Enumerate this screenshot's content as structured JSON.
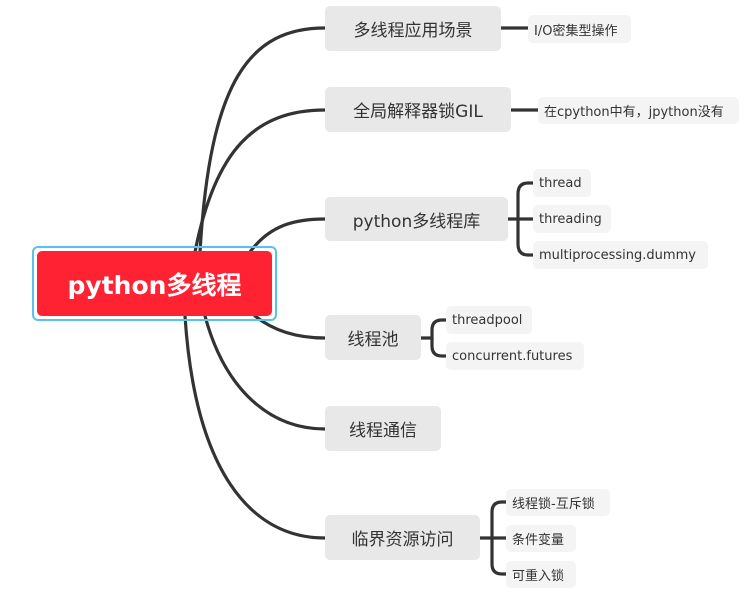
{
  "root": {
    "label": "python多线程"
  },
  "branches": [
    {
      "label": "多线程应用场景",
      "children": [
        "I/O密集型操作"
      ]
    },
    {
      "label": "全局解释器锁GIL",
      "children": [
        "在cpython中有，jpython没有"
      ]
    },
    {
      "label": "python多线程库",
      "children": [
        "thread",
        "threading",
        "multiprocessing.dummy"
      ]
    },
    {
      "label": "线程池",
      "children": [
        "threadpool",
        "concurrent.futures"
      ]
    },
    {
      "label": "线程通信",
      "children": []
    },
    {
      "label": "临界资源访问",
      "children": [
        "线程锁-互斥锁",
        "条件变量",
        "可重入锁"
      ]
    }
  ],
  "colors": {
    "root_fill": "#ff2233",
    "root_outline": "#5bc0f0",
    "branch_fill": "#e8e8e8",
    "leaf_fill": "#f4f4f4",
    "line": "#333333"
  }
}
